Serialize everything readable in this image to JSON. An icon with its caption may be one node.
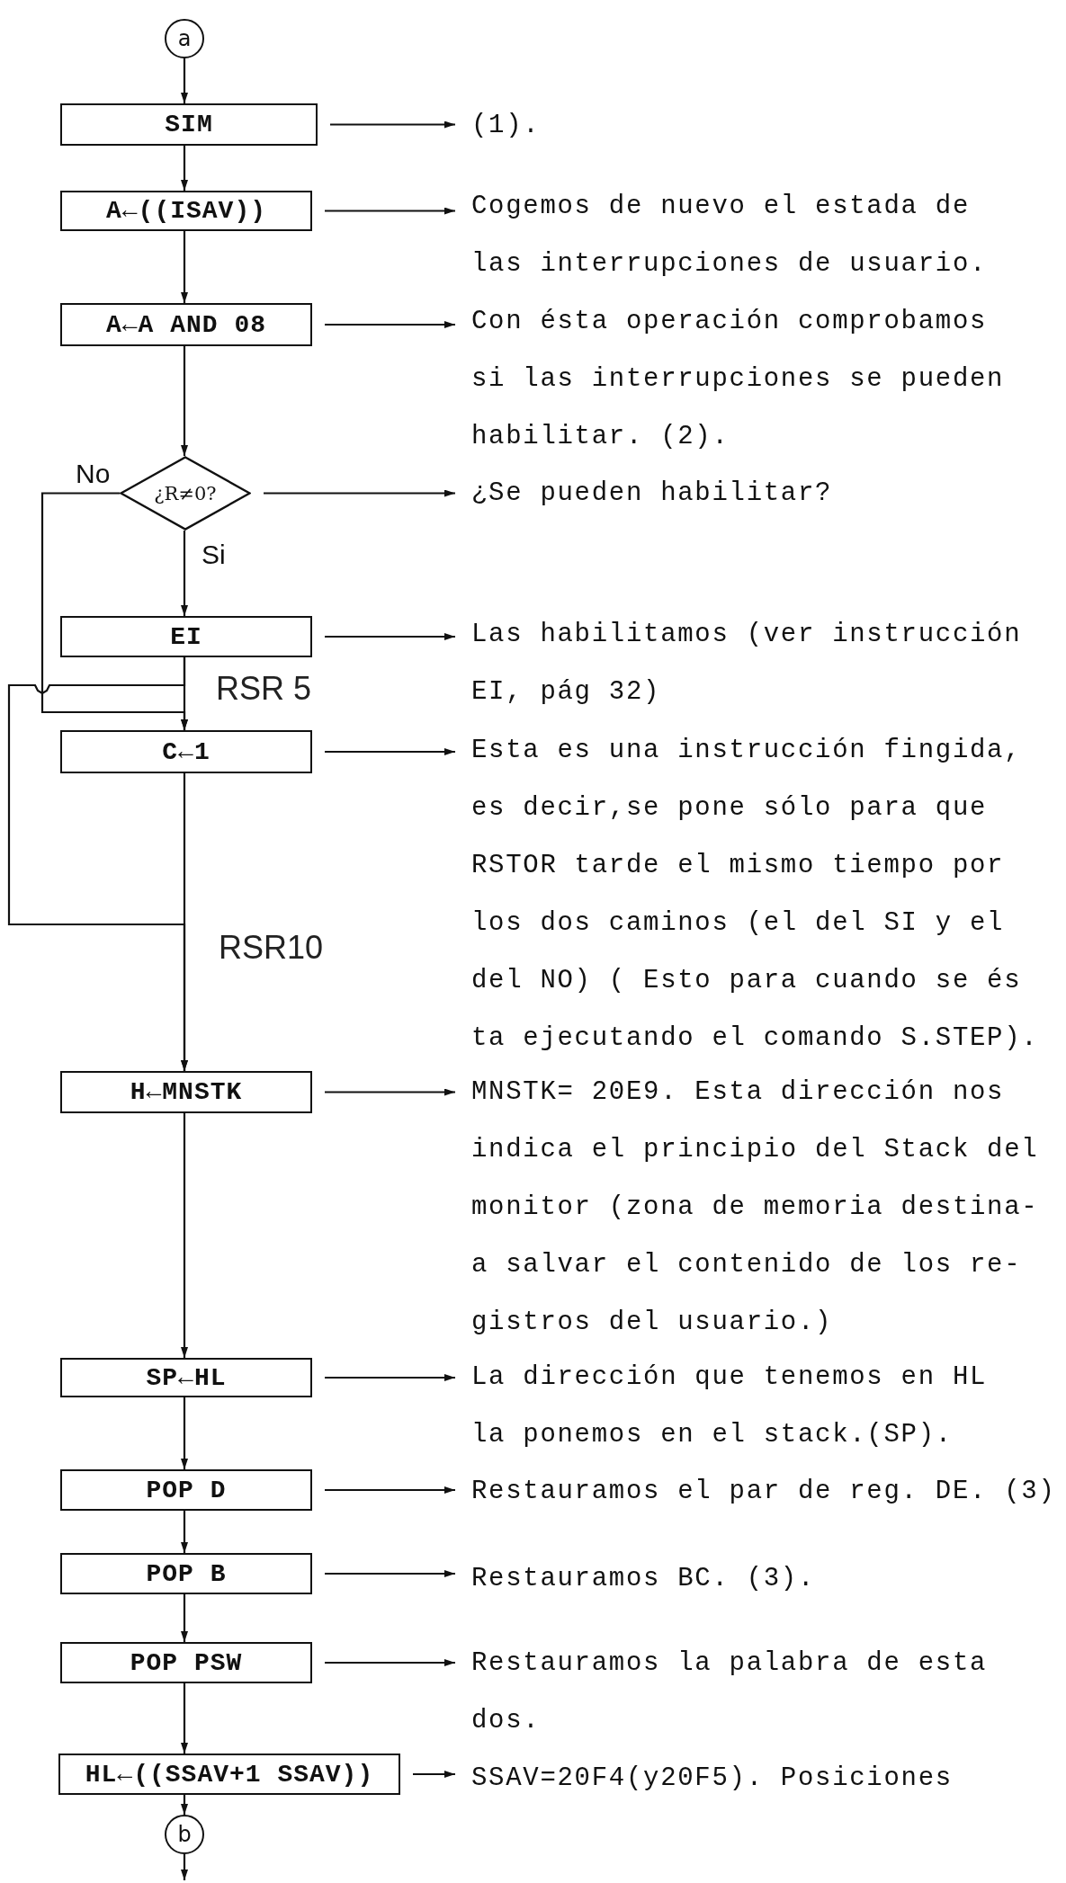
{
  "diagram": {
    "nodes": [
      {
        "text": [
          "a"
        ]
      },
      {
        "text": [
          "SIM"
        ]
      },
      {
        "text": [
          "A←((ISAV))"
        ]
      },
      {
        "text": [
          "A←A AND 08"
        ]
      },
      {
        "text": [
          "¿R≠0?"
        ]
      },
      {
        "text": [
          "EI"
        ]
      },
      {
        "text": [
          "C←1"
        ]
      },
      {
        "text": [
          "H←MNSTK"
        ]
      },
      {
        "text": [
          "SP←HL"
        ]
      },
      {
        "text": [
          "POP D"
        ]
      },
      {
        "text": [
          "POP B"
        ]
      },
      {
        "text": [
          "POP PSW"
        ]
      },
      {
        "text": [
          "HL←((SSAV+1 SSAV))"
        ]
      },
      {
        "text": [
          "b"
        ]
      },
      {
        "text": [
          "(1)."
        ]
      },
      {
        "text": [
          "Cogemos de nuevo el estada de las interrupciones de usuario."
        ]
      },
      {
        "text": [
          "Con ésta operación comprobamos si las interrupciones se pueden habilitar. (2)."
        ]
      },
      {
        "text": [
          "¿Se pueden habilitar?"
        ]
      },
      {
        "text": [
          "Las habilitamos (ver instrucción EI, pág 32)"
        ]
      },
      {
        "text": [
          "Esta es una instrucción fingida, es decir,se pone sólo para que RSTOR tarde el mismo tiempo por los dos caminos (el del SI y el del NO) ( Esto para cuando se és ta ejecutando el comando S.STEP)."
        ]
      },
      {
        "text": [
          "MNSTK= 20E9. Esta dirección nos indica el principio del Stack del monitor (zona de memoria destina- a salvar el contenido de los re- gistros del usuario.)"
        ]
      },
      {
        "text": [
          "La dirección que tenemos en HL la ponemos en el stack.(SP)."
        ]
      },
      {
        "text": [
          "Restauramos el par de reg. DE. (3)"
        ]
      },
      {
        "text": [
          "Restauramos BC. (3)."
        ]
      },
      {
        "text": [
          "Restauramos la palabra de esta dos."
        ]
      },
      {
        "text": [
          "SSAV=20F4(y20F5). Posiciones"
        ]
      }
    ],
    "edges": [
      {
        "from": 0,
        "to": 1,
        "arrow": "to"
      },
      {
        "from": 1,
        "to": 14,
        "arrow": "to"
      },
      {
        "from": 1,
        "to": 2,
        "arrow": "to"
      },
      {
        "from": 2,
        "to": 15,
        "arrow": "to"
      },
      {
        "from": 2,
        "to": 3,
        "arrow": "to"
      },
      {
        "from": 3,
        "to": 16,
        "arrow": "to"
      },
      {
        "from": 3,
        "to": 4,
        "arrow": "to"
      },
      {
        "from": 4,
        "to": 17,
        "arrow": "to"
      },
      {
        "from": 4,
        "to": 5,
        "arrow": "to",
        "label": "Si"
      },
      {
        "from": 4,
        "to": 6,
        "arrow": "to",
        "label": "No"
      },
      {
        "from": 5,
        "to": 18,
        "arrow": "to"
      },
      {
        "from": 5,
        "to": 6,
        "arrow": "to"
      },
      {
        "from": 5,
        "to": 7,
        "arrow": "to"
      },
      {
        "from": 6,
        "to": 19,
        "arrow": "to"
      },
      {
        "from": 6,
        "to": 7,
        "arrow": "to"
      },
      {
        "from": 7,
        "to": 20,
        "arrow": "to"
      },
      {
        "from": 7,
        "to": 8,
        "arrow": "to"
      },
      {
        "from": 8,
        "to": 21,
        "arrow": "to"
      },
      {
        "from": 8,
        "to": 9,
        "arrow": "to"
      },
      {
        "from": 9,
        "to": 22,
        "arrow": "to"
      },
      {
        "from": 9,
        "to": 10,
        "arrow": "to"
      },
      {
        "from": 10,
        "to": 23,
        "arrow": "to"
      },
      {
        "from": 10,
        "to": 11,
        "arrow": "to"
      },
      {
        "from": 11,
        "to": 24,
        "arrow": "to"
      },
      {
        "from": 11,
        "to": 12,
        "arrow": "to"
      },
      {
        "from": 12,
        "to": 25,
        "arrow": "to"
      },
      {
        "from": 12,
        "to": 13,
        "arrow": "to"
      },
      {
        "from": 13,
        "to": null,
        "arrow": "to"
      }
    ],
    "labels": [
      "RSR 5",
      "RSR10"
    ]
  }
}
